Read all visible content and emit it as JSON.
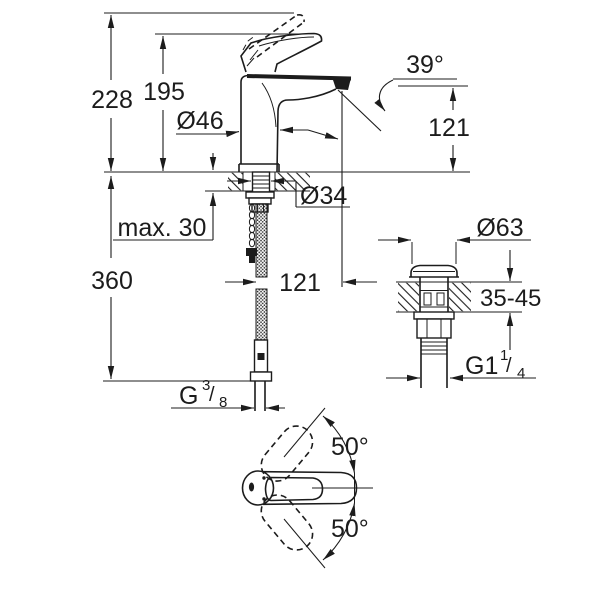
{
  "drawing": {
    "type": "faucet technical dimension drawing",
    "background": "#ffffff",
    "line_color": "#1c1c1c",
    "main_view": {
      "height_total": "228",
      "height_to_lever": "195",
      "body_diameter": "Ø46",
      "spout_angle": "39°",
      "spout_height": "121",
      "hole_diameter": "Ø34",
      "max_deck_thickness": "max. 30",
      "hose_length": "360",
      "spout_reach": "121",
      "supply_thread": {
        "base": "G",
        "sup": "3",
        "slash": "/",
        "sub": "8"
      }
    },
    "waste_view": {
      "cap_diameter": "Ø63",
      "deck_thickness_range": "35-45",
      "waste_thread": {
        "base": "G1",
        "sup": "1",
        "slash": "/",
        "sub": "4"
      }
    },
    "top_view": {
      "swivel_angle_upper": "50°",
      "swivel_angle_lower": "50°"
    }
  }
}
